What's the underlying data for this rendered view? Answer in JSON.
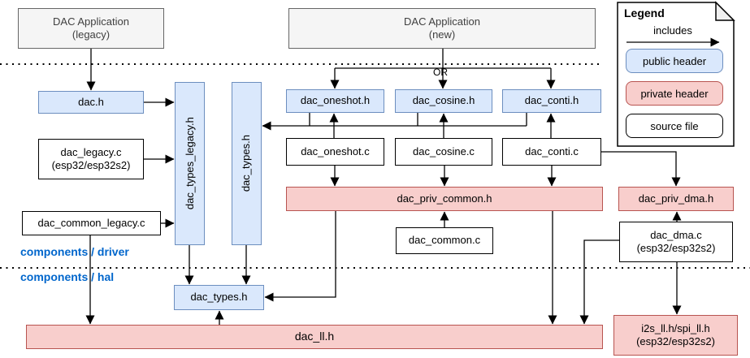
{
  "app_legacy": {
    "line1": "DAC Application",
    "line2": "(legacy)"
  },
  "app_new": {
    "line1": "DAC Application",
    "line2": "(new)"
  },
  "labels": {
    "or": "OR",
    "layer_driver": "components / driver",
    "layer_hal": "components / hal"
  },
  "boxes": {
    "dac_h": "dac.h",
    "dac_legacy_c_1": "dac_legacy.c",
    "dac_legacy_c_2": "(esp32/esp32s2)",
    "dac_common_legacy_c": "dac_common_legacy.c",
    "dac_types_legacy_h": "dac_types_legacy.h",
    "dac_types_h_driver": "dac_types.h",
    "dac_oneshot_h": "dac_oneshot.h",
    "dac_cosine_h": "dac_cosine.h",
    "dac_conti_h": "dac_conti.h",
    "dac_oneshot_c": "dac_oneshot.c",
    "dac_cosine_c": "dac_cosine.c",
    "dac_conti_c": "dac_conti.c",
    "dac_priv_common_h": "dac_priv_common.h",
    "dac_common_c": "dac_common.c",
    "dac_priv_dma_h": "dac_priv_dma.h",
    "dac_dma_c_1": "dac_dma.c",
    "dac_dma_c_2": "(esp32/esp32s2)",
    "dac_types_h_hal": "dac_types.h",
    "dac_ll_h": "dac_ll.h",
    "i2s_spi_ll_1": "i2s_ll.h/spi_ll.h",
    "i2s_spi_ll_2": "(esp32/esp32s2)"
  },
  "legend": {
    "title": "Legend",
    "includes": "includes",
    "public_header": "public header",
    "private_header": "private header",
    "source_file": "source file"
  },
  "colors": {
    "public_header_fill": "#dae8fc",
    "public_header_border": "#6c8ebf",
    "private_header_fill": "#f8cecc",
    "private_header_border": "#b85450",
    "application_fill": "#f5f5f5",
    "application_border": "#666666",
    "layer_label_text": "#0066cc",
    "arrow": "#000000"
  }
}
